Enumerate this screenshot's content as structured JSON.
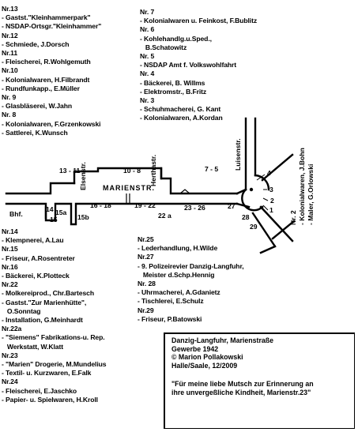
{
  "col_left_top": [
    "Nr.13",
    "- Gastst.\"Kleinhammerpark\"",
    "- NSDAP-Ortsgr.\"Kleinhammer\"",
    "Nr.12",
    "- Schmiede, J.Dorsch",
    "Nr.11",
    "- Fleischerei, R.Wohlgemuth",
    "Nr.10",
    "- Kolonialwaren, H.Filbrandt",
    "- Rundfunkapp., E.Müller",
    "Nr. 9",
    "- Glasbläserei, W.Jahn",
    "Nr. 8",
    "- Kolonialwaren, F.Grzenkowski",
    "- Sattlerei, K.Wunsch"
  ],
  "col_right_top": [
    "Nr. 7",
    "- Kolonialwaren u. Feinkost, F.Bublitz",
    "Nr. 6",
    "- Kohlehandlg.u.Sped.,",
    "   B.Schatowitz",
    "Nr. 5",
    "- NSDAP Amt f. Volkswohlfahrt",
    "Nr. 4",
    "- Bäckerei, B. Willms",
    "- Elektromstr., B.Fritz",
    "Nr. 3",
    "- Schuhmacherei, G. Kant",
    "- Kolonialwaren, A.Kordan"
  ],
  "col_left_bottom": [
    "Nr.14",
    "- Klempnerei, A.Lau",
    "Nr.15",
    "- Friseur, A.Rosentreter",
    "Nr.16",
    "- Bäckerei, K.Plotteck",
    "Nr.22",
    "- Molkereiprod., Chr.Bartesch",
    "- Gastst.\"Zur Marienhütte\",",
    "   O.Sonntag",
    "- Installation, G.Meinhardt",
    "Nr.22a",
    "- \"Siemens\" Fabrikations-u. Rep.",
    "   Werkstatt, W.Klatt",
    "Nr.23",
    "- \"Marien\" Drogerie, M.Mundelius",
    "- Textil- u. Kurzwaren, E.Falk",
    "Nr.24",
    "- Fleischerei, E.Jaschko",
    "- Papier- u. Spielwaren, H.Kroll"
  ],
  "col_right_bottom": [
    "Nr.25",
    "- Lederhandlung, H.Wilde",
    "Nr.27",
    "- 9. Polizeirevier Danzig-Langfuhr,",
    "   Meister d.Schp.Hennig",
    "Nr. 28",
    "- Uhrmacherei, A.Gdanietz",
    "- Tischlerei, E.Schulz",
    "Nr.29",
    "- Friseur, P.Batowski"
  ],
  "vertical_right": [
    "Nr. 2",
    "- Kolonialwaren, J.Bohn",
    "- Maler, G.Orlowski"
  ],
  "map": {
    "street_main": "MARIENSTR.",
    "street_elsen": "Elsenstr.",
    "street_herthe": "Herthastr.",
    "street_luisen": "Luisenstr.",
    "station": "Bhf.",
    "n_13_11": "13 - 11",
    "n_10_8": "10 - 8",
    "n_7_5": "7 - 5",
    "n_4": "4",
    "n_3": "3",
    "n_2": "2",
    "n_1": "1",
    "n_14": "14",
    "n_15": "15",
    "n_15a": "15a",
    "n_15b": "15b",
    "n_16_18": "16 - 18",
    "n_19_22": "19 - 22",
    "n_22a": "22 a",
    "n_23_26": "23 - 26",
    "n_27": "27",
    "n_28": "28",
    "n_29": "29"
  },
  "info": {
    "line1": "Danzig-Langfuhr, Marienstraße",
    "line2": "Gewerbe 1942",
    "line3": "© Marion Pollakowski",
    "line4": "Halle/Saale, 12/2009",
    "quote1": "\"Für meine liebe Mutsch zur Erinnerung an",
    "quote2": "ihre unvergeßliche Kindheit, Marienstr.23\""
  }
}
